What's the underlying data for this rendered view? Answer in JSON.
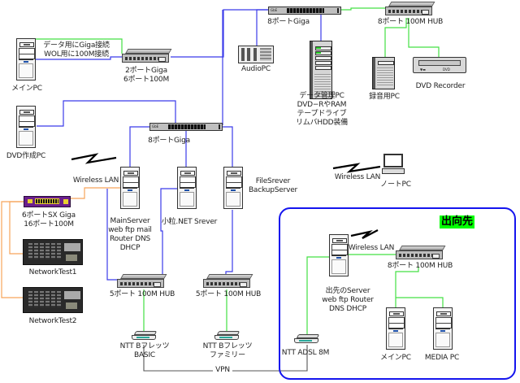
{
  "title": "Home network topology",
  "colors": {
    "giga_line": "#3b3bea",
    "fast_line": "#44e044",
    "lan_line_orange": "#f7a55a",
    "vpn_line": "#555555",
    "remote_box_border": "#1515ee",
    "remote_tag_bg": "#00ff00",
    "lan_switch_purple": "#6a1f8c"
  },
  "devices": {
    "main_pc": {
      "label": "メインPC",
      "icon": "desktop-tower-icon"
    },
    "main_pc_link_note": [
      "データ用にGiga接続",
      "WOL用に100M接続"
    ],
    "switch_2giga": {
      "label": [
        "2ポートGiga",
        "6ポート100M"
      ],
      "icon": "hub-icon"
    },
    "dvd_pc": {
      "label": "DVD作成PC",
      "icon": "desktop-tower-icon"
    },
    "switch_8giga_top": {
      "label": "8ポートGiga",
      "icon": "rack-switch-icon"
    },
    "audio_pc": {
      "label": "AudioPC",
      "icon": "audio-pc-icon"
    },
    "data_pc": {
      "label": [
        "データ管理PC",
        "DVD−RやRAM",
        "テープドライブ",
        "リムバHDD装備"
      ],
      "icon": "server-tower-icon"
    },
    "hub_8port_top": {
      "label": "8ポート 100M HUB",
      "icon": "hub-icon"
    },
    "recording_pc": {
      "label": "録音用PC",
      "icon": "server-tower-icon"
    },
    "dvd_recorder": {
      "label": "DVD Recorder",
      "icon": "dvd-recorder-icon"
    },
    "switch_8giga_mid": {
      "label": "8ポートGiga",
      "icon": "rack-switch-icon"
    },
    "wireless_lan_left": {
      "label": "Wireless LAN",
      "icon": "wireless-bolt-icon"
    },
    "main_server": {
      "label": [
        "MainServer",
        "web ftp mail",
        "Router DNS",
        "DHCP"
      ],
      "icon": "desktop-tower-icon"
    },
    "net_server": {
      "label": "小粒.NET Srever",
      "icon": "desktop-tower-icon"
    },
    "file_server": {
      "label": [
        "FileSrever",
        "BackupServer"
      ],
      "icon": "desktop-tower-icon"
    },
    "switch_sx": {
      "label": [
        "6ポートSX Giga",
        "16ポート100M"
      ],
      "icon": "purple-switch-icon"
    },
    "network_test1": {
      "label": "NetworkTest1",
      "icon": "rack-server-icon"
    },
    "network_test2": {
      "label": "NetworkTest2",
      "icon": "rack-server-icon"
    },
    "hub_5port_a": {
      "label": "5ポート 100M HUB",
      "icon": "hub-icon"
    },
    "hub_5port_b": {
      "label": "5ポート 100M HUB",
      "icon": "hub-icon"
    },
    "ntt_basic": {
      "label": [
        "NTT Bフレッツ",
        "BASIC"
      ],
      "icon": "modem-icon"
    },
    "ntt_family": {
      "label": [
        "NTT Bフレッツ",
        "ファミリー"
      ],
      "icon": "modem-icon"
    },
    "vpn": {
      "label": "VPN"
    },
    "wireless_lan_laptop": {
      "label": "Wireless LAN",
      "icon": "wireless-bolt-icon"
    },
    "laptop": {
      "label": "ノートPC",
      "icon": "laptop-icon"
    }
  },
  "remote_site": {
    "tag": "出向先",
    "wireless_lan": {
      "label": "Wireless LAN"
    },
    "server": {
      "label": [
        "出先のServer",
        "web ftp Router",
        "DNS DHCP"
      ],
      "icon": "desktop-tower-icon"
    },
    "hub": {
      "label": "8ポート 100M HUB",
      "icon": "hub-icon"
    },
    "adsl": {
      "label": "NTT ADSL 8M",
      "icon": "modem-icon"
    },
    "main_pc": {
      "label": "メインPC",
      "icon": "desktop-tower-icon"
    },
    "media_pc": {
      "label": "MEDIA PC",
      "icon": "desktop-tower-icon"
    }
  }
}
